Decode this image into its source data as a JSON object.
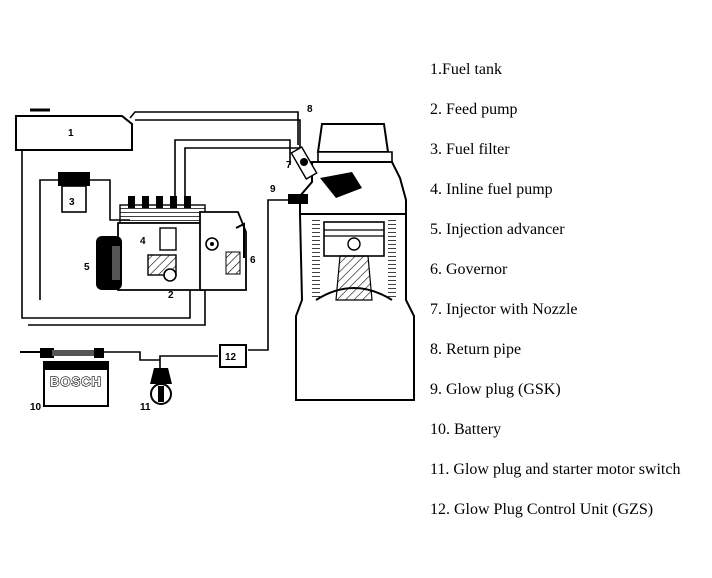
{
  "diagram": {
    "callouts": [
      "1",
      "2",
      "3",
      "4",
      "5",
      "6",
      "7",
      "8",
      "9",
      "10",
      "11",
      "12"
    ],
    "battery_brand": "BOSCH"
  },
  "legend": [
    "1.Fuel tank",
    "2. Feed pump",
    "3. Fuel filter",
    "4. Inline fuel pump",
    "5. Injection advancer",
    "6. Governor",
    "7. Injector with Nozzle",
    "8. Return pipe",
    "9. Glow plug (GSK)",
    "10. Battery",
    "11. Glow plug and starter motor switch",
    "12. Glow Plug Control Unit (GZS)"
  ]
}
